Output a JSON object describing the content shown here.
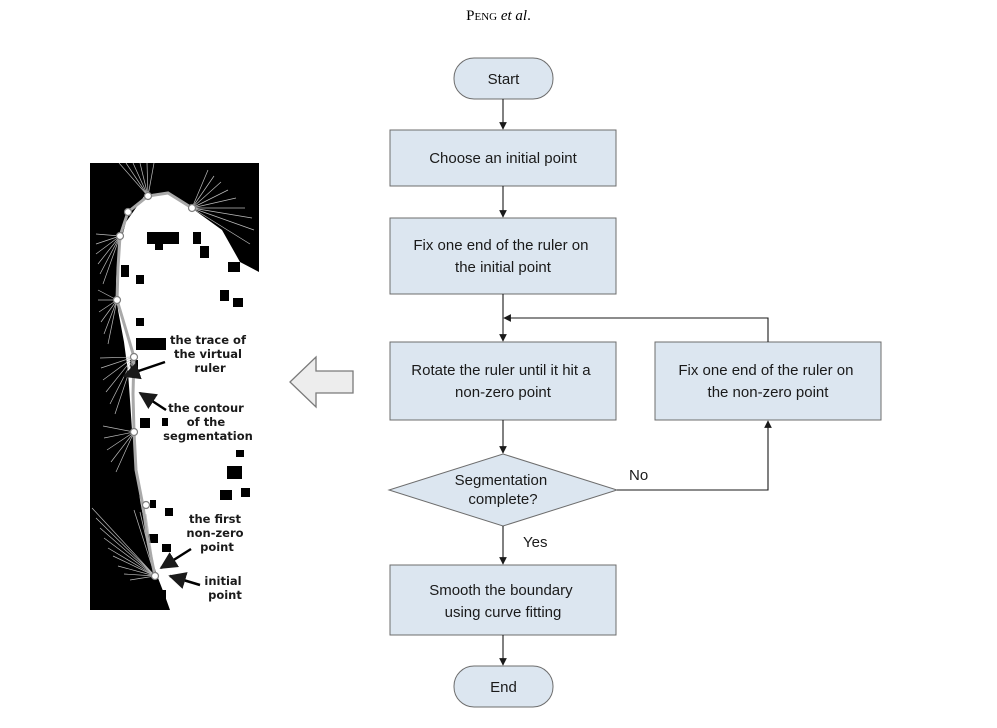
{
  "header": {
    "author_smallcaps": "Peng",
    "etal": "et al",
    "period": "."
  },
  "flowchart": {
    "start": "Start",
    "step1": "Choose an initial point",
    "step2_line1": "Fix one end of the ruler on",
    "step2_line2": "the initial point",
    "step3_line1": "Rotate the ruler until it hit a",
    "step3_line2": "non-zero point",
    "side_line1": "Fix one end of the ruler on",
    "side_line2": "the non-zero point",
    "decision_line1": "Segmentation",
    "decision_line2": "complete?",
    "no_label": "No",
    "yes_label": "Yes",
    "step4_line1": "Smooth the boundary",
    "step4_line2": "using curve fitting",
    "end": "End"
  },
  "colors": {
    "box_fill": "#dce6f0",
    "box_stroke": "#6d6d6d",
    "arrow": "#1a1a1a",
    "image_black": "#000000",
    "image_white": "#ffffff",
    "ruler_lines": "#b9b9b9",
    "contour": "#a9a9a9"
  },
  "image_panel": {
    "annotations": [
      {
        "lines": [
          "the trace of",
          "the virtual",
          "ruler"
        ]
      },
      {
        "lines": [
          "the contour",
          "of the",
          "segmentation"
        ]
      },
      {
        "lines": [
          "the first",
          "non-zero",
          "point"
        ]
      },
      {
        "lines": [
          "initial",
          "point"
        ]
      }
    ]
  },
  "big_arrow": {
    "direction": "left"
  }
}
